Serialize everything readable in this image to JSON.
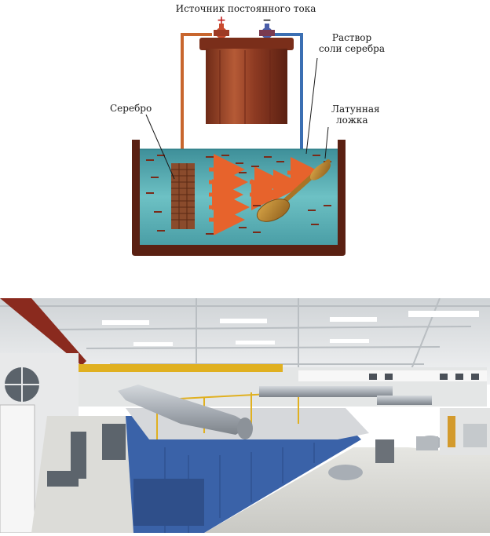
{
  "diagram": {
    "title": "Источник постоянного тока",
    "plus_sign": "+",
    "minus_sign": "−",
    "labels": {
      "silver": "Серебро",
      "solution_line1": "Раствор",
      "solution_line2": "соли серебра",
      "spoon_line1": "Латунная",
      "spoon_line2": "ложка"
    },
    "colors": {
      "copper_wire": "#c8662e",
      "blue_wire": "#3b6fb3",
      "power_source": "#8a3a22",
      "tank_rim": "#5a2012",
      "solution": "#5fb3b7",
      "arrow": "#e7632c",
      "spoon": "#b8862f"
    }
  },
  "photo": {
    "colors": {
      "ceiling": "#e9ebed",
      "floor": "#d8d8d4",
      "tank_blue": "#3a62a8",
      "duct_grey": "#a8aeb5",
      "crane_yellow": "#e0b020"
    }
  }
}
